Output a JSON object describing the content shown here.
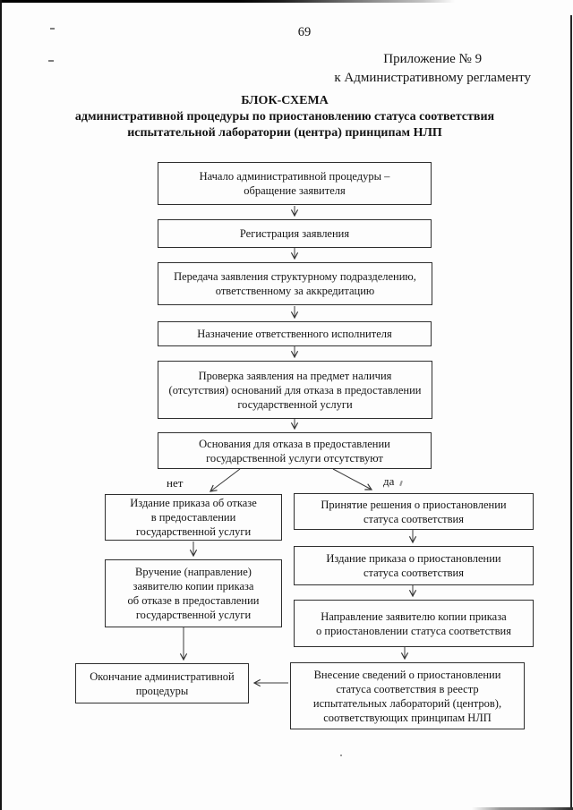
{
  "page": {
    "number": "69",
    "appendix": [
      "Приложение № 9",
      "к Административному регламенту"
    ],
    "title": "БЛОК-СХЕМА\nадминистративной процедуры по приостановлению статуса соответствия\nиспытательной лаборатории (центра) принципам НЛП"
  },
  "flowchart": {
    "branch_no": "нет",
    "branch_yes": "да",
    "steps": {
      "start": "Начало административной процедуры –\nобращение заявителя",
      "registration": "Регистрация заявления",
      "transfer": "Передача заявления структурному подразделению,\nответственному за аккредитацию",
      "assignment": "Назначение ответственного исполнителя",
      "check": "Проверка заявления на предмет наличия\n(отсутствия) оснований для отказа в предоставлении\nгосударственной услуги",
      "decision": "Основания для отказа в предоставлении\nгосударственной услуги отсутствуют",
      "refusal_order": "Издание приказа об отказе\nв предоставлении\nгосударственной услуги",
      "refusal_copy": "Вручение (направление)\nзаявителю копии приказа\nоб отказе в предоставлении\nгосударственной услуги",
      "end": "Окончание административной\nпроцедуры",
      "suspend_decision": "Принятие решения о приостановлении\nстатуса соответствия",
      "suspend_order": "Издание приказа о приостановлении\nстатуса соответствия",
      "suspend_copy": "Направление заявителю копии приказа\nо приостановлении статуса соответствия",
      "registry": "Внесение сведений о приостановлении\nстатуса соответствия в реестр\nиспытательных лабораторий (центров),\nсоответствующих принципам НЛП"
    }
  }
}
